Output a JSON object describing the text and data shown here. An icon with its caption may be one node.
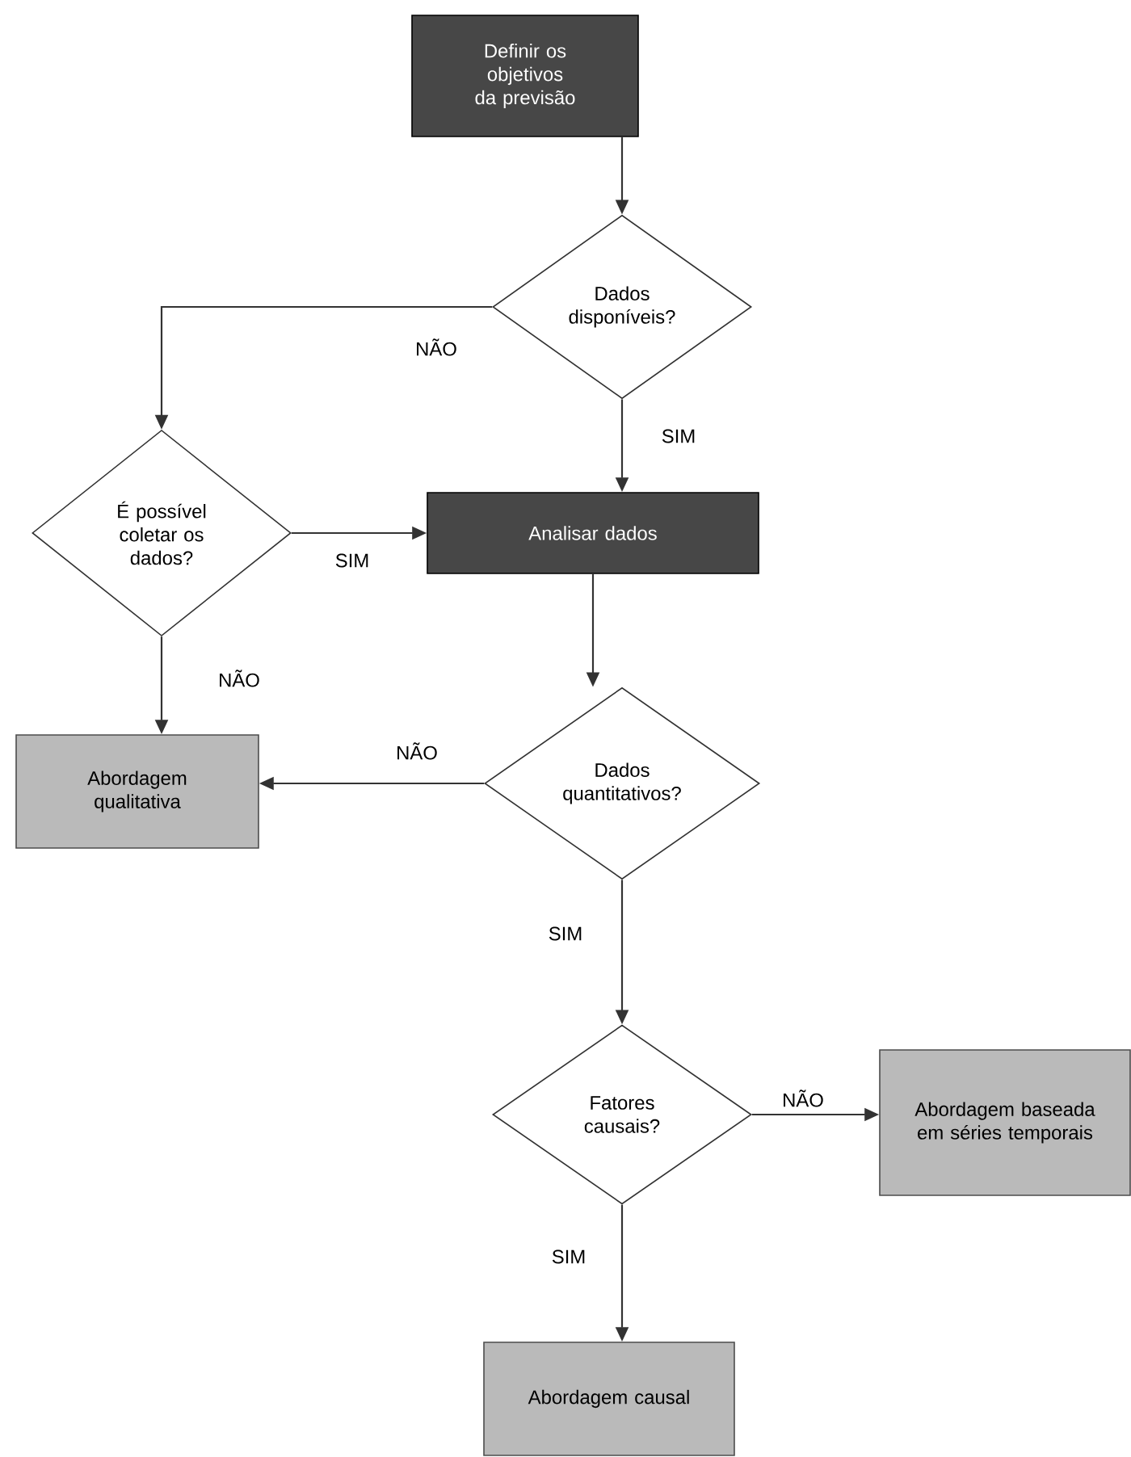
{
  "diagram": {
    "nodes": [
      {
        "text": [
          "Definir os objetivos da previsão"
        ]
      },
      {
        "text": [
          "Dados disponíveis?"
        ]
      },
      {
        "text": [
          "É possível coletar os dados?"
        ]
      },
      {
        "text": [
          "Analisar dados"
        ]
      },
      {
        "text": [
          "Dados quantitativos?"
        ]
      },
      {
        "text": [
          "Abordagem qualitativa"
        ]
      },
      {
        "text": [
          "Fatores causais?"
        ]
      },
      {
        "text": [
          "Abordagem baseada em séries temporais"
        ]
      },
      {
        "text": [
          "Abordagem causal"
        ]
      }
    ],
    "edges": [
      {
        "from": 0,
        "to": 1,
        "arrow": "to"
      },
      {
        "from": 1,
        "to": 2,
        "arrow": "to",
        "label": "NÃO"
      },
      {
        "from": 1,
        "to": 3,
        "arrow": "to",
        "label": "SIM"
      },
      {
        "from": 2,
        "to": 3,
        "arrow": "to",
        "label": "SIM"
      },
      {
        "from": 2,
        "to": 5,
        "arrow": "to",
        "label": "NÃO"
      },
      {
        "from": 3,
        "to": 4,
        "arrow": "to"
      },
      {
        "from": 4,
        "to": 5,
        "arrow": "to",
        "label": "NÃO"
      },
      {
        "from": 4,
        "to": 6,
        "arrow": "to",
        "label": "SIM"
      },
      {
        "from": 6,
        "to": 7,
        "arrow": "to",
        "label": "NÃO"
      },
      {
        "from": 6,
        "to": 8,
        "arrow": "to",
        "label": "SIM"
      }
    ]
  }
}
